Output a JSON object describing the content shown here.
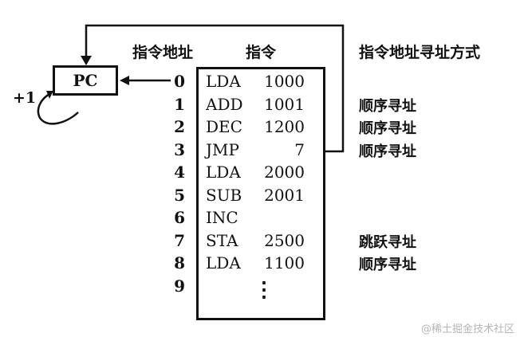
{
  "headers": {
    "address": "指令地址",
    "instruction": "指令",
    "addressing_mode": "指令地址寻址方式"
  },
  "pc": {
    "label": "PC",
    "increment": "+1"
  },
  "memory": {
    "rows": [
      {
        "addr": "0",
        "op": "LDA",
        "operand": "1000",
        "mode": ""
      },
      {
        "addr": "1",
        "op": "ADD",
        "operand": "1001",
        "mode": "顺序寻址"
      },
      {
        "addr": "2",
        "op": "DEC",
        "operand": "1200",
        "mode": "顺序寻址"
      },
      {
        "addr": "3",
        "op": "JMP",
        "operand": "7",
        "mode": "顺序寻址"
      },
      {
        "addr": "4",
        "op": "LDA",
        "operand": "2000",
        "mode": ""
      },
      {
        "addr": "5",
        "op": "SUB",
        "operand": "2001",
        "mode": ""
      },
      {
        "addr": "6",
        "op": "INC",
        "operand": "",
        "mode": ""
      },
      {
        "addr": "7",
        "op": "STA",
        "operand": "2500",
        "mode": "跳跃寻址"
      },
      {
        "addr": "8",
        "op": "LDA",
        "operand": "1100",
        "mode": "顺序寻址"
      },
      {
        "addr": "9",
        "op": "",
        "operand": "",
        "mode": ""
      }
    ],
    "continuation": "⋮"
  },
  "watermark": "@稀土掘金技术社区"
}
